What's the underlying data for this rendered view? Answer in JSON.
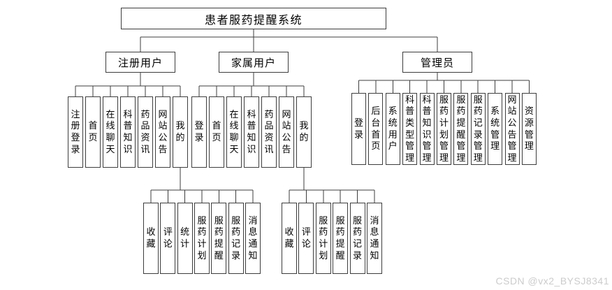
{
  "diagram": {
    "root": "患者服药提醒系统",
    "branches": {
      "registered": {
        "label": "注册用户",
        "children": [
          "注册登录",
          "首页",
          "在线聊天",
          "科普知识",
          "药品资讯",
          "网站公告",
          "我的"
        ]
      },
      "family": {
        "label": "家属用户",
        "children": [
          "登录",
          "首页",
          "在线聊天",
          "科普知识",
          "药品资讯",
          "网站公告",
          "我的"
        ]
      },
      "admin": {
        "label": "管理员",
        "children": [
          "登录",
          "后台首页",
          "系统用户",
          "科普类型管理",
          "科普知识管理",
          "服药计划管理",
          "服药提醒管理",
          "服药记录管理",
          "系统管理",
          "网站公告管理",
          "资源管理"
        ]
      }
    },
    "my_subtrees": {
      "registered_my": {
        "parent": "我的",
        "children": [
          "收藏",
          "评论",
          "统计",
          "服药计划",
          "服药提醒",
          "服药记录",
          "消息通知"
        ]
      },
      "family_my": {
        "parent": "我的",
        "children": [
          "收藏",
          "评论",
          "服药计划",
          "服药提醒",
          "服药记录",
          "消息通知"
        ]
      }
    }
  },
  "watermark": "CSDN @vx2_BYSJ8341",
  "colors": {
    "background": "#ffffff",
    "line": "#3d3d3d",
    "box_border": "#3d3d3d",
    "text": "#000000",
    "watermark": "#cccccc"
  }
}
